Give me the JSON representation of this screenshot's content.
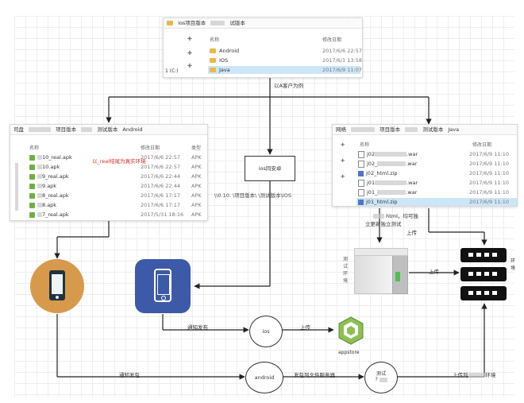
{
  "top_panel": {
    "crumb_path": "ios项目版本",
    "crumb_path2": "试版本",
    "col_name": "名称",
    "col_date": "修改日期",
    "drive_label": "1 (C:)",
    "items": [
      {
        "name": "Android",
        "date": "2017/6/6 22:57"
      },
      {
        "name": "IOS",
        "date": "2017/6/1 13:58"
      },
      {
        "name": "Java",
        "date": "2017/6/9 11:07"
      }
    ]
  },
  "example_label": "以A客户为例",
  "left_panel": {
    "crumb_start": "司盘",
    "crumb_mid": "项目版本",
    "crumb_test": "测试版本",
    "crumb_last": "Android",
    "col_name": "名称",
    "col_date": "修改日期",
    "col_type": "类型",
    "files": [
      {
        "name": "10_real.apk",
        "date": "2017/6/6 22:57",
        "type": "APK"
      },
      {
        "name": "10.apk",
        "date": "2017/6/6 22:57",
        "type": "APK"
      },
      {
        "name": "9_real.apk",
        "date": "2017/6/6 22:44",
        "type": "APK"
      },
      {
        "name": "9.apk",
        "date": "2017/6/6 22:44",
        "type": "APK"
      },
      {
        "name": "8_real.apk",
        "date": "2017/6/6 17:17",
        "type": "APK"
      },
      {
        "name": "8.apk",
        "date": "2017/6/6 17:17",
        "type": "APK"
      },
      {
        "name": "7_real.apk",
        "date": "2017/5/31 18:16",
        "type": "APK"
      }
    ],
    "note": "以_real结尾为真实环境"
  },
  "ios_box": "ios同安卓",
  "ios_path": "\\\\0.10.     \\项目版本\\     \\测试版本\\IOS",
  "right_panel": {
    "crumb_start": "网络",
    "crumb_mid": "项目版本",
    "crumb_test": "测试版本",
    "crumb_last": "Java",
    "col_name": "名称",
    "col_date": "修改日期",
    "files": [
      {
        "name": "j02",
        "ext": ".war",
        "date": "2017/6/9 11:10"
      },
      {
        "name": "j02_",
        "ext": ".war",
        "date": "2017/6/9 11:10"
      },
      {
        "name": "j02_html.zip",
        "ext": "",
        "date": "2017/6/9 11:10"
      },
      {
        "name": "j01",
        "ext": ".war",
        "date": "2017/6/9 11:10"
      },
      {
        "name": "j01_",
        "ext": ".war",
        "date": "2017/6/9 11:10"
      },
      {
        "name": "j01_html.zip",
        "ext": "",
        "date": "2017/6/9 11:10"
      }
    ],
    "note1": "html，均可独",
    "note2": "立更新独立测试",
    "upload": "上传"
  },
  "test_env_label": "测\n试\n环\n境",
  "prod_env_label": "环\n境",
  "upload_right": "上传",
  "notify_publish_1": "通知发布",
  "ios_circle": "ios",
  "upload_ios": "上传",
  "appstore": "appstore",
  "notify_publish_2": "通知发包",
  "android_circle": "android",
  "publish_to_server": "发包到文件服务器",
  "test_circle": "测试",
  "upload_to_env": "上传到",
  "upload_to_env_end": "环境"
}
